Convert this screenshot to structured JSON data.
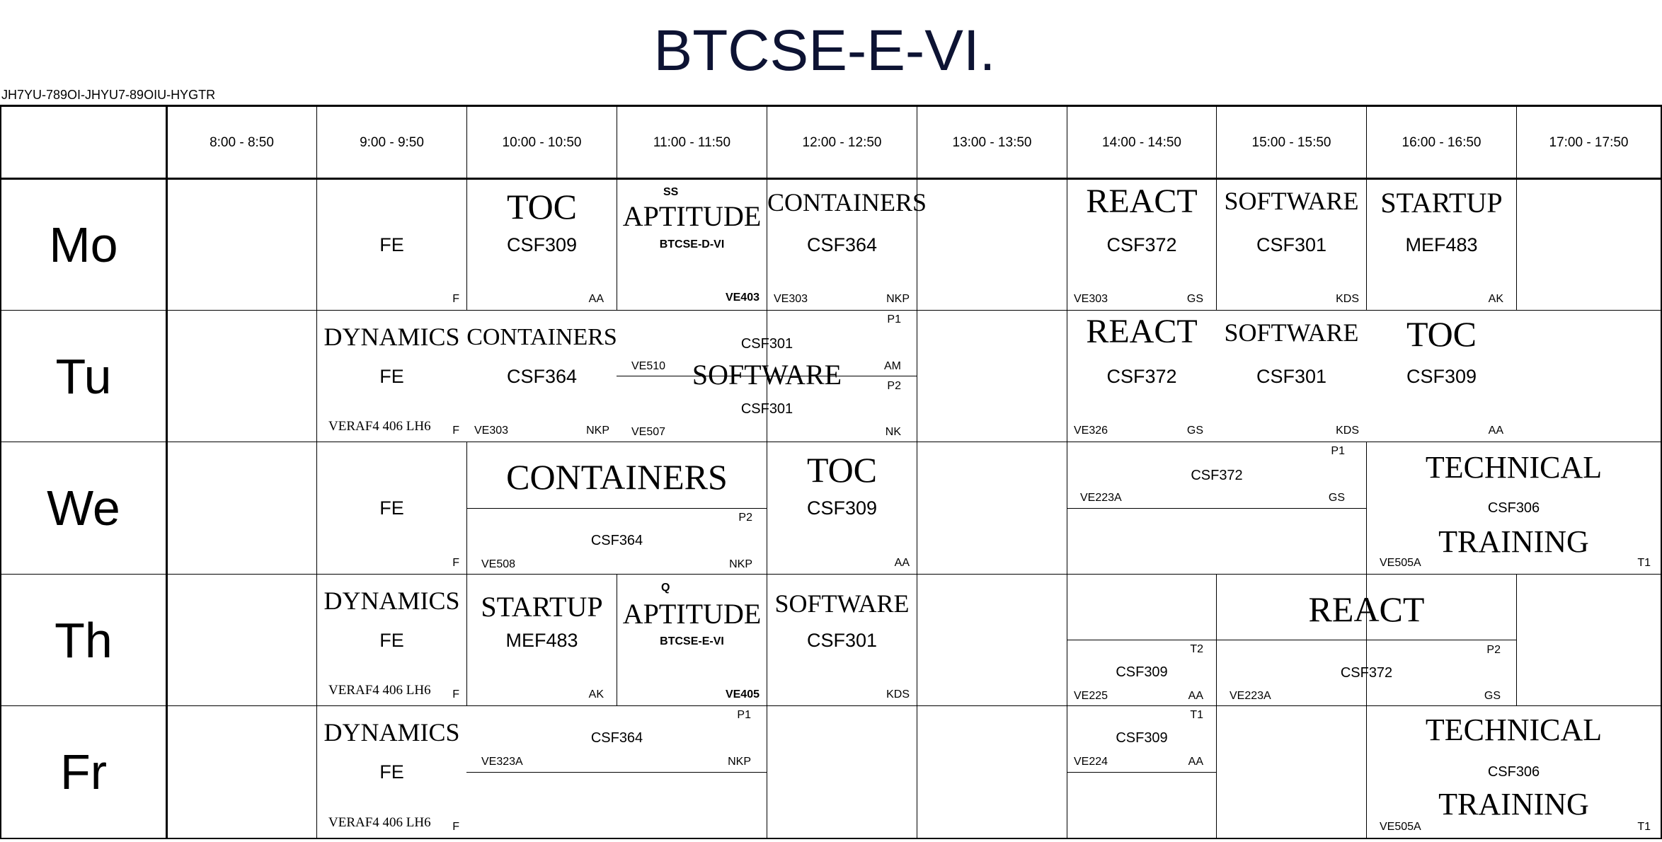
{
  "title": "BTCSE-E-VI.",
  "code": "JH7YU-789OI-JHYU7-89OIU-HYGTR",
  "times": [
    "8:00 - 8:50",
    "9:00 - 9:50",
    "10:00 - 10:50",
    "11:00 - 11:50",
    "12:00 - 12:50",
    "13:00 - 13:50",
    "14:00 - 14:50",
    "15:00 - 15:50",
    "16:00 - 16:50",
    "17:00 - 17:50"
  ],
  "days": [
    "Mo",
    "Tu",
    "We",
    "Th",
    "Fr"
  ],
  "mo": {
    "fe": {
      "subject": "FE",
      "teacher": "F"
    },
    "toc": {
      "name": "TOC",
      "code": "CSF309",
      "teacher": "AA"
    },
    "apt": {
      "tag": "SS",
      "name": "APTITUDE",
      "group": "BTCSE-D-VI",
      "room": "VE403"
    },
    "cont": {
      "name": "CONTAINERS",
      "code": "CSF364",
      "room": "VE303",
      "teacher": "NKP"
    },
    "react": {
      "name": "REACT",
      "code": "CSF372",
      "room": "VE303",
      "teacher": "GS"
    },
    "soft": {
      "name": "SOFTWARE",
      "code": "CSF301",
      "teacher": "KDS"
    },
    "start": {
      "name": "STARTUP",
      "code": "MEF483",
      "teacher": "AK"
    }
  },
  "tu": {
    "dyn": {
      "name": "DYNAMICS",
      "subject": "FE",
      "room": "VERAF4 406 LH6",
      "teacher": "F"
    },
    "cont": {
      "name": "CONTAINERS",
      "code": "CSF364",
      "room": "VE303",
      "teacher": "NKP"
    },
    "soft": {
      "p1": "P1",
      "code1": "CSF301",
      "room1": "VE510",
      "teacher1": "AM",
      "name": "SOFTWARE",
      "p2": "P2",
      "code2": "CSF301",
      "room2": "VE507",
      "teacher2": "NK"
    },
    "react": {
      "name": "REACT",
      "code": "CSF372",
      "room": "VE326",
      "teacher": "GS"
    },
    "soft2": {
      "name": "SOFTWARE",
      "code": "CSF301",
      "teacher": "KDS"
    },
    "toc": {
      "name": "TOC",
      "code": "CSF309",
      "teacher": "AA"
    }
  },
  "we": {
    "fe": {
      "subject": "FE",
      "teacher": "F"
    },
    "cont": {
      "name": "CONTAINERS",
      "p": "P2",
      "code": "CSF364",
      "room": "VE508",
      "teacher": "NKP"
    },
    "toc": {
      "name": "TOC",
      "code": "CSF309",
      "teacher": "AA"
    },
    "react": {
      "p": "P1",
      "code": "CSF372",
      "room": "VE223A",
      "teacher": "GS"
    },
    "tech": {
      "name1": "TECHNICAL",
      "code": "CSF306",
      "name2": "TRAINING",
      "room": "VE505A",
      "group": "T1"
    }
  },
  "th": {
    "dyn": {
      "name": "DYNAMICS",
      "subject": "FE",
      "room": "VERAF4 406 LH6",
      "teacher": "F"
    },
    "start": {
      "name": "STARTUP",
      "code": "MEF483",
      "teacher": "AK"
    },
    "apt": {
      "tag": "Q",
      "name": "APTITUDE",
      "group": "BTCSE-E-VI",
      "room": "VE405"
    },
    "soft": {
      "name": "SOFTWARE",
      "code": "CSF301",
      "teacher": "KDS"
    },
    "toc": {
      "p": "T2",
      "code": "CSF309",
      "room": "VE225",
      "teacher": "AA"
    },
    "react": {
      "name": "REACT",
      "p": "P2",
      "code": "CSF372",
      "room": "VE223A",
      "teacher": "GS"
    }
  },
  "fr": {
    "dyn": {
      "name": "DYNAMICS",
      "subject": "FE",
      "room": "VERAF4 406 LH6",
      "teacher": "F"
    },
    "cont": {
      "p": "P1",
      "code": "CSF364",
      "room": "VE323A",
      "teacher": "NKP"
    },
    "toc": {
      "p": "T1",
      "code": "CSF309",
      "room": "VE224",
      "teacher": "AA"
    },
    "tech": {
      "name1": "TECHNICAL",
      "code": "CSF306",
      "name2": "TRAINING",
      "room": "VE505A",
      "group": "T1"
    }
  }
}
